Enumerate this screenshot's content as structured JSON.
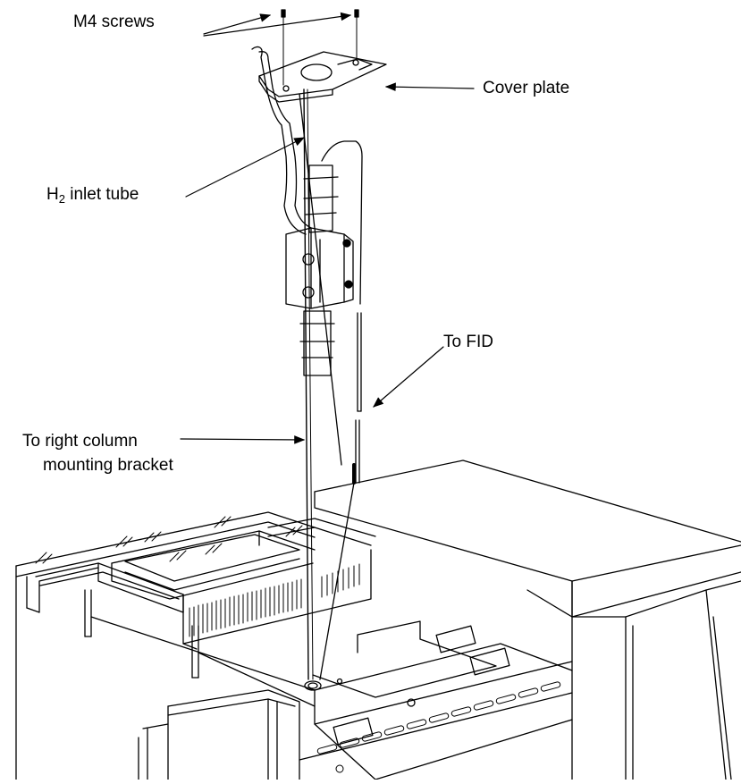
{
  "labels": {
    "m4_screws": "M4 screws",
    "cover_plate": "Cover plate",
    "h2_prefix": "H",
    "h2_sub": "2",
    "h2_suffix": " inlet tube",
    "to_fid": "To FID",
    "to_right_column_line1": "To right column",
    "to_right_column_line2": "mounting bracket"
  },
  "colors": {
    "line": "#000000",
    "background": "#ffffff"
  }
}
